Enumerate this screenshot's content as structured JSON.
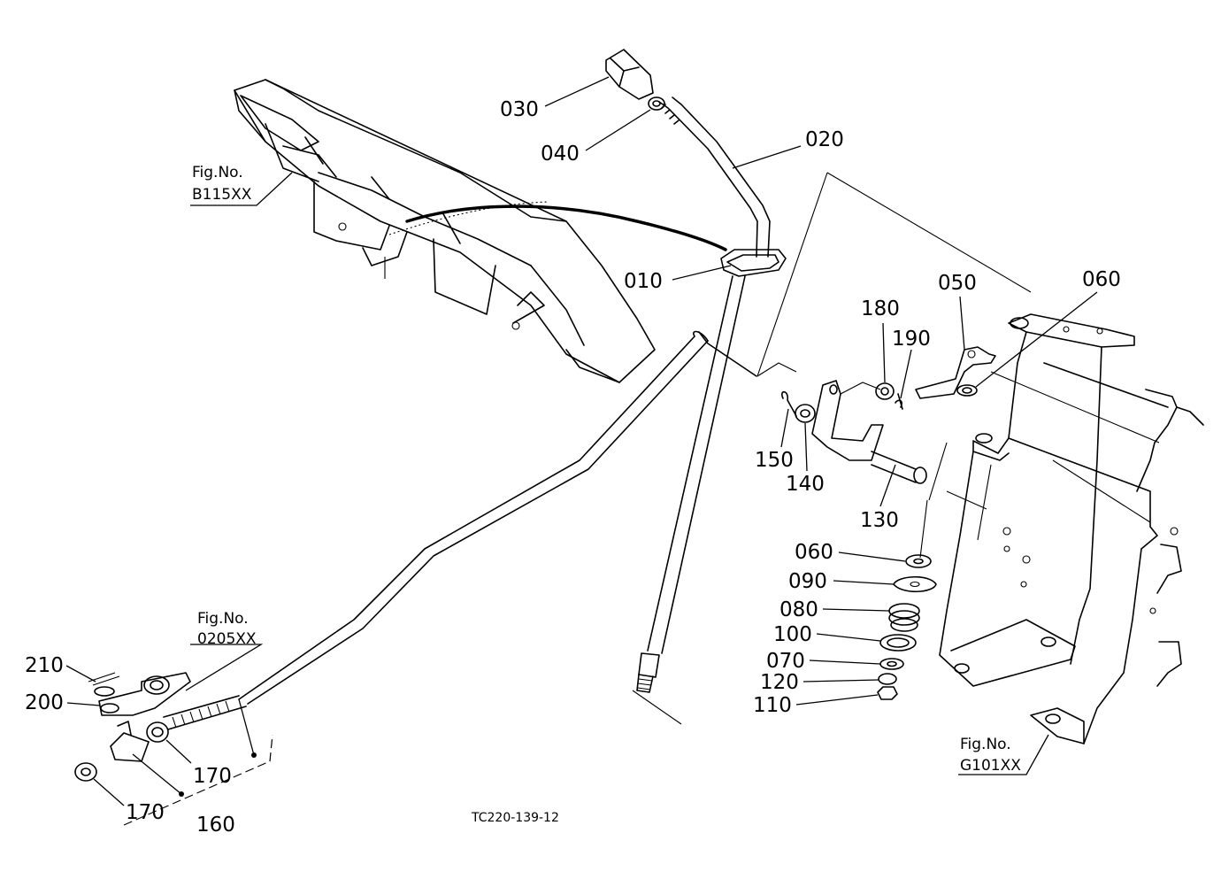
{
  "diagram": {
    "drawing_code": "TC220-139-12",
    "parts": [
      "030",
      "040",
      "020",
      "010",
      "050",
      "060",
      "180",
      "190",
      "150",
      "140",
      "130",
      "060",
      "090",
      "080",
      "100",
      "070",
      "120",
      "110",
      "210",
      "200",
      "170",
      "170",
      "160"
    ],
    "figure_refs": [
      {
        "label": "Fig.No.",
        "code": "B115XX"
      },
      {
        "label": "Fig.No.",
        "code": "0205XX"
      },
      {
        "label": "Fig.No.",
        "code": "G101XX"
      }
    ]
  }
}
